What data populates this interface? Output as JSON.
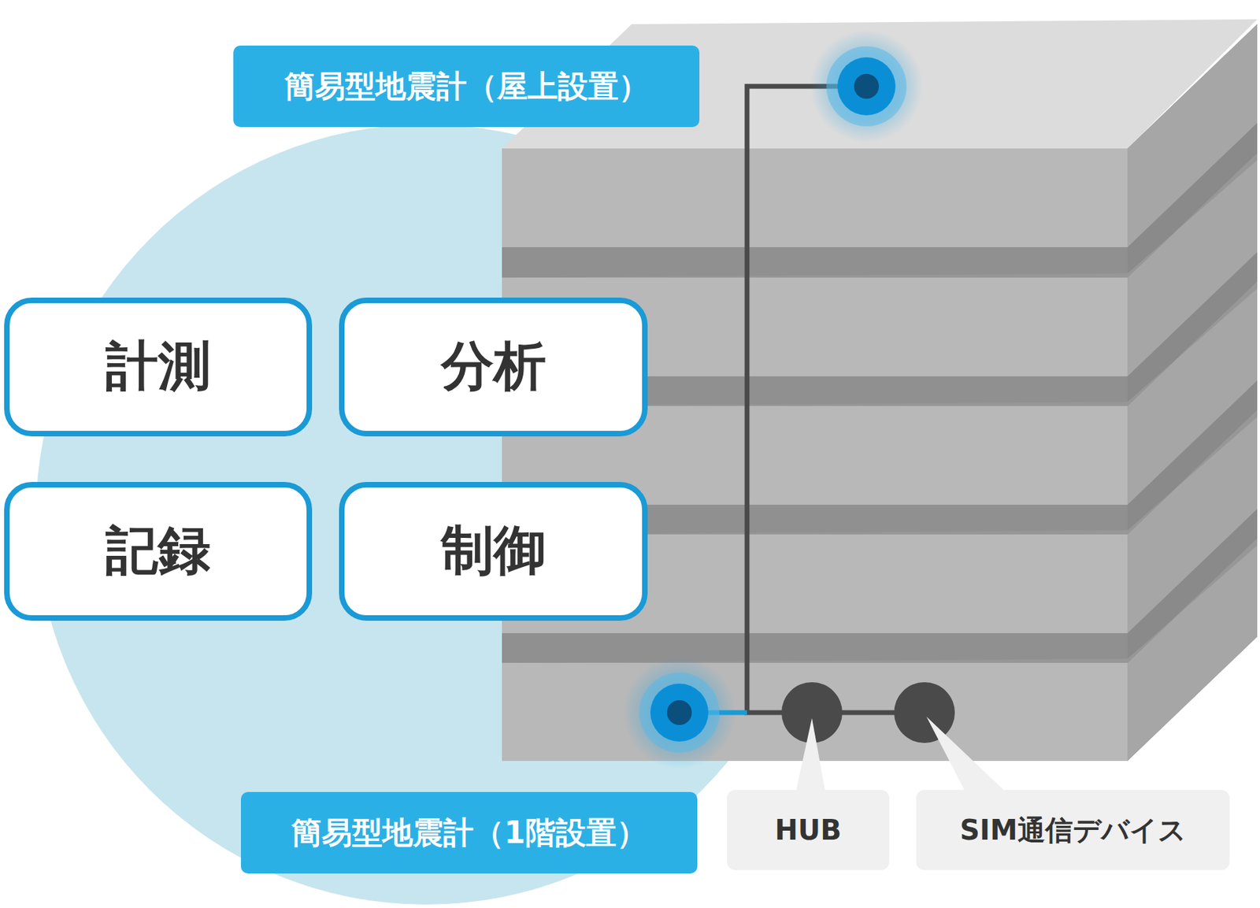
{
  "diagram": {
    "nodes": [
      {
        "text": [
          "簡易型地震計（屋上設置）"
        ]
      },
      {
        "text": [
          "計測"
        ]
      },
      {
        "text": [
          "分析"
        ]
      },
      {
        "text": [
          "記録"
        ]
      },
      {
        "text": [
          "制御"
        ]
      },
      {
        "text": [
          "簡易型地震計（1階設置）"
        ]
      },
      {
        "text": [
          "HUB"
        ]
      },
      {
        "text": [
          "SIM通信デバイス"
        ]
      }
    ]
  }
}
